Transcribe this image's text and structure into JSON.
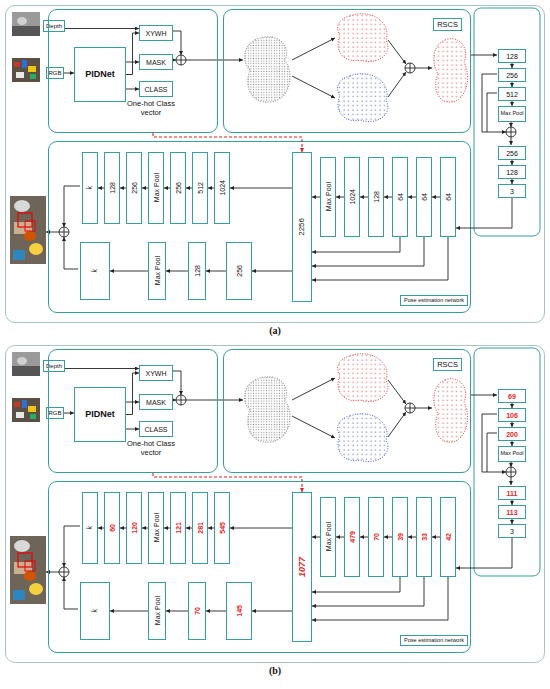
{
  "diagram": {
    "nodes": [
      {
        "text": [
          "(a)"
        ]
      },
      {
        "text": [
          "Depth"
        ],
        "in": 0
      },
      {
        "text": [
          "RGB"
        ],
        "in": 0
      },
      {
        "text": [
          "One-hot Class vector"
        ],
        "in": 0
      },
      {
        "text": [
          "PIDNet"
        ],
        "in": 3
      },
      {
        "text": [
          "XYWH"
        ],
        "in": 3
      },
      {
        "text": [
          "MASK"
        ],
        "in": 3
      },
      {
        "text": [
          "CLASS"
        ],
        "in": 3
      },
      {
        "text": [
          "RSCS"
        ],
        "in": 0
      },
      {
        "text": [
          "128"
        ],
        "in": 0
      },
      {
        "text": [
          "256"
        ],
        "in": 0
      },
      {
        "text": [
          "512"
        ],
        "in": 0
      },
      {
        "text": [
          "Max Pool"
        ],
        "in": 0
      },
      {
        "text": [
          "256"
        ],
        "in": 0
      },
      {
        "text": [
          "128"
        ],
        "in": 0
      },
      {
        "text": [
          "3"
        ],
        "in": 0
      },
      {
        "text": [
          "Pose estimation network"
        ],
        "in": 0
      },
      {
        "text": [
          "k"
        ],
        "in": 16
      },
      {
        "text": [
          "128"
        ],
        "in": 16
      },
      {
        "text": [
          "256"
        ],
        "in": 16
      },
      {
        "text": [
          "Max Pool"
        ],
        "in": 16
      },
      {
        "text": [
          "256"
        ],
        "in": 16
      },
      {
        "text": [
          "512"
        ],
        "in": 16
      },
      {
        "text": [
          "1024"
        ],
        "in": 16
      },
      {
        "text": [
          "2256"
        ],
        "in": 16
      },
      {
        "text": [
          "Max Pool"
        ],
        "in": 16
      },
      {
        "text": [
          "1024"
        ],
        "in": 16
      },
      {
        "text": [
          "128"
        ],
        "in": 16
      },
      {
        "text": [
          "64"
        ],
        "in": 16
      },
      {
        "text": [
          "64"
        ],
        "in": 16
      },
      {
        "text": [
          "64"
        ],
        "in": 16
      },
      {
        "text": [
          "k"
        ],
        "in": 16
      },
      {
        "text": [
          "Max Pool"
        ],
        "in": 16
      },
      {
        "text": [
          "128"
        ],
        "in": 16
      },
      {
        "text": [
          "256"
        ],
        "in": 16
      },
      {
        "text": [
          "(b)"
        ]
      },
      {
        "text": [
          "Depth"
        ],
        "in": 35
      },
      {
        "text": [
          "RGB"
        ],
        "in": 35
      },
      {
        "text": [
          "One-hot Class vector"
        ],
        "in": 35
      },
      {
        "text": [
          "PIDNet"
        ],
        "in": 38
      },
      {
        "text": [
          "XYWH"
        ],
        "in": 38
      },
      {
        "text": [
          "MASK"
        ],
        "in": 38
      },
      {
        "text": [
          "CLASS"
        ],
        "in": 38
      },
      {
        "text": [
          "RSCS"
        ],
        "in": 35
      },
      {
        "text": [
          "69"
        ],
        "in": 35
      },
      {
        "text": [
          "106"
        ],
        "in": 35
      },
      {
        "text": [
          "200"
        ],
        "in": 35
      },
      {
        "text": [
          "Max Pool"
        ],
        "in": 35
      },
      {
        "text": [
          "111"
        ],
        "in": 35
      },
      {
        "text": [
          "113"
        ],
        "in": 35
      },
      {
        "text": [
          "3"
        ],
        "in": 35
      },
      {
        "text": [
          "Pose estimation network"
        ],
        "in": 35
      },
      {
        "text": [
          "k"
        ],
        "in": 51
      },
      {
        "text": [
          "60"
        ],
        "in": 51
      },
      {
        "text": [
          "120"
        ],
        "in": 51
      },
      {
        "text": [
          "Max Pool"
        ],
        "in": 51
      },
      {
        "text": [
          "121"
        ],
        "in": 51
      },
      {
        "text": [
          "281"
        ],
        "in": 51
      },
      {
        "text": [
          "545"
        ],
        "in": 51
      },
      {
        "text": [
          "1077"
        ],
        "in": 51
      },
      {
        "text": [
          "Max Pool"
        ],
        "in": 51
      },
      {
        "text": [
          "479"
        ],
        "in": 51
      },
      {
        "text": [
          "70"
        ],
        "in": 51
      },
      {
        "text": [
          "39"
        ],
        "in": 51
      },
      {
        "text": [
          "33"
        ],
        "in": 51
      },
      {
        "text": [
          "42"
        ],
        "in": 51
      },
      {
        "text": [
          "k"
        ],
        "in": 51
      },
      {
        "text": [
          "Max Pool"
        ],
        "in": 51
      },
      {
        "text": [
          "70"
        ],
        "in": 51
      },
      {
        "text": [
          "145"
        ],
        "in": 51
      }
    ],
    "edges": [
      {
        "from": 1,
        "to": 5,
        "arrow": "to"
      },
      {
        "from": 2,
        "to": 4,
        "arrow": "to"
      },
      {
        "from": 4,
        "to": 5,
        "arrow": "to"
      },
      {
        "from": 4,
        "to": 6,
        "arrow": "to"
      },
      {
        "from": 4,
        "to": 7,
        "arrow": "to"
      },
      {
        "from": 3,
        "to": 24,
        "arrow": "to"
      },
      {
        "from": 9,
        "to": 10,
        "arrow": "to"
      },
      {
        "from": 10,
        "to": 11,
        "arrow": "to"
      },
      {
        "from": 11,
        "to": 12,
        "arrow": "to"
      },
      {
        "from": 13,
        "to": 14,
        "arrow": "to"
      },
      {
        "from": 14,
        "to": 15,
        "arrow": "to"
      },
      {
        "from": 15,
        "to": 30,
        "arrow": "to"
      },
      {
        "from": 30,
        "to": 29,
        "arrow": "to"
      },
      {
        "from": 29,
        "to": 28,
        "arrow": "to"
      },
      {
        "from": 28,
        "to": 27,
        "arrow": "to"
      },
      {
        "from": 27,
        "to": 26,
        "arrow": "to"
      },
      {
        "from": 26,
        "to": 25,
        "arrow": "to"
      },
      {
        "from": 25,
        "to": 24,
        "arrow": "to"
      },
      {
        "from": 24,
        "to": 23,
        "arrow": "to"
      },
      {
        "from": 23,
        "to": 22,
        "arrow": "to"
      },
      {
        "from": 22,
        "to": 21,
        "arrow": "to"
      },
      {
        "from": 21,
        "to": 20,
        "arrow": "to"
      },
      {
        "from": 20,
        "to": 19,
        "arrow": "to"
      },
      {
        "from": 19,
        "to": 18,
        "arrow": "to"
      },
      {
        "from": 18,
        "to": 17,
        "arrow": "to"
      },
      {
        "from": 24,
        "to": 34,
        "arrow": "to"
      },
      {
        "from": 34,
        "to": 33,
        "arrow": "to"
      },
      {
        "from": 33,
        "to": 32,
        "arrow": "to"
      },
      {
        "from": 32,
        "to": 31,
        "arrow": "to"
      },
      {
        "from": 28,
        "to": 24,
        "arrow": "to"
      },
      {
        "from": 29,
        "to": 24,
        "arrow": "to"
      },
      {
        "from": 30,
        "to": 24,
        "arrow": "to"
      },
      {
        "from": 36,
        "to": 40,
        "arrow": "to"
      },
      {
        "from": 37,
        "to": 39,
        "arrow": "to"
      },
      {
        "from": 39,
        "to": 40,
        "arrow": "to"
      },
      {
        "from": 39,
        "to": 41,
        "arrow": "to"
      },
      {
        "from": 39,
        "to": 42,
        "arrow": "to"
      },
      {
        "from": 38,
        "to": 59,
        "arrow": "to"
      },
      {
        "from": 44,
        "to": 45,
        "arrow": "to"
      },
      {
        "from": 45,
        "to": 46,
        "arrow": "to"
      },
      {
        "from": 46,
        "to": 47,
        "arrow": "to"
      },
      {
        "from": 48,
        "to": 49,
        "arrow": "to"
      },
      {
        "from": 49,
        "to": 50,
        "arrow": "to"
      },
      {
        "from": 50,
        "to": 65,
        "arrow": "to"
      },
      {
        "from": 65,
        "to": 64,
        "arrow": "to"
      },
      {
        "from": 64,
        "to": 63,
        "arrow": "to"
      },
      {
        "from": 63,
        "to": 62,
        "arrow": "to"
      },
      {
        "from": 62,
        "to": 61,
        "arrow": "to"
      },
      {
        "from": 61,
        "to": 60,
        "arrow": "to"
      },
      {
        "from": 60,
        "to": 59,
        "arrow": "to"
      },
      {
        "from": 59,
        "to": 58,
        "arrow": "to"
      },
      {
        "from": 58,
        "to": 57,
        "arrow": "to"
      },
      {
        "from": 57,
        "to": 56,
        "arrow": "to"
      },
      {
        "from": 56,
        "to": 55,
        "arrow": "to"
      },
      {
        "from": 55,
        "to": 54,
        "arrow": "to"
      },
      {
        "from": 54,
        "to": 53,
        "arrow": "to"
      },
      {
        "from": 53,
        "to": 52,
        "arrow": "to"
      },
      {
        "from": 59,
        "to": 69,
        "arrow": "to"
      },
      {
        "from": 69,
        "to": 68,
        "arrow": "to"
      },
      {
        "from": 68,
        "to": 67,
        "arrow": "to"
      },
      {
        "from": 67,
        "to": 66,
        "arrow": "to"
      },
      {
        "from": 63,
        "to": 59,
        "arrow": "to"
      },
      {
        "from": 64,
        "to": 59,
        "arrow": "to"
      },
      {
        "from": 65,
        "to": 59,
        "arrow": "to"
      }
    ]
  }
}
